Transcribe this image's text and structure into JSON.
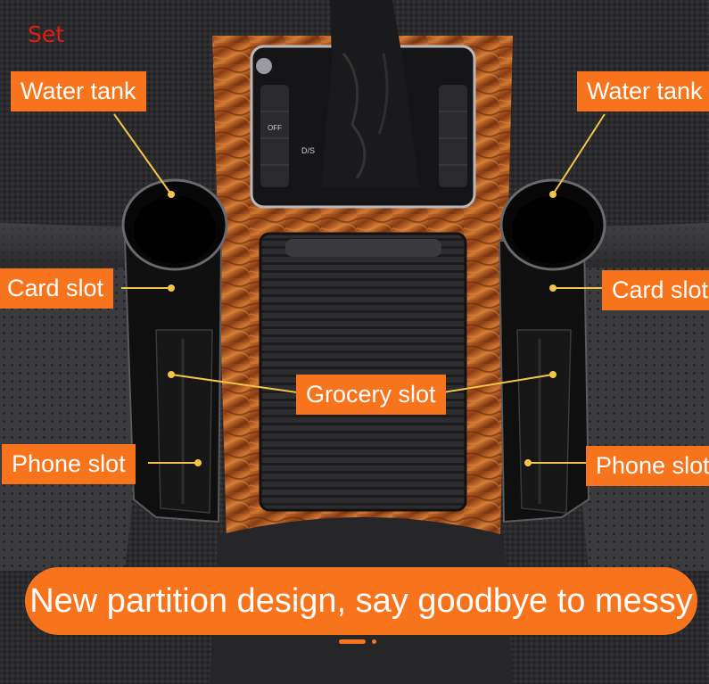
{
  "watermark": "Set",
  "callouts": {
    "water_tank_left": "Water tank",
    "water_tank_right": "Water tank",
    "card_slot_left": "Card slot",
    "card_slot_right": "Card slot",
    "grocery_slot": "Grocery slot",
    "phone_slot_left": "Phone slot",
    "phone_slot_right": "Phone slot"
  },
  "banner": "New partition design, say goodbye to messy",
  "console_labels": {
    "off_button": "OFF",
    "drive_mode": "D/S"
  },
  "carousel": {
    "slide_count": 2,
    "active_index": 0
  },
  "colors": {
    "accent": "#f7731c",
    "watermark": "#e21c12",
    "leader_line": "#f2c44a",
    "wood_grain": "#a8531e"
  }
}
